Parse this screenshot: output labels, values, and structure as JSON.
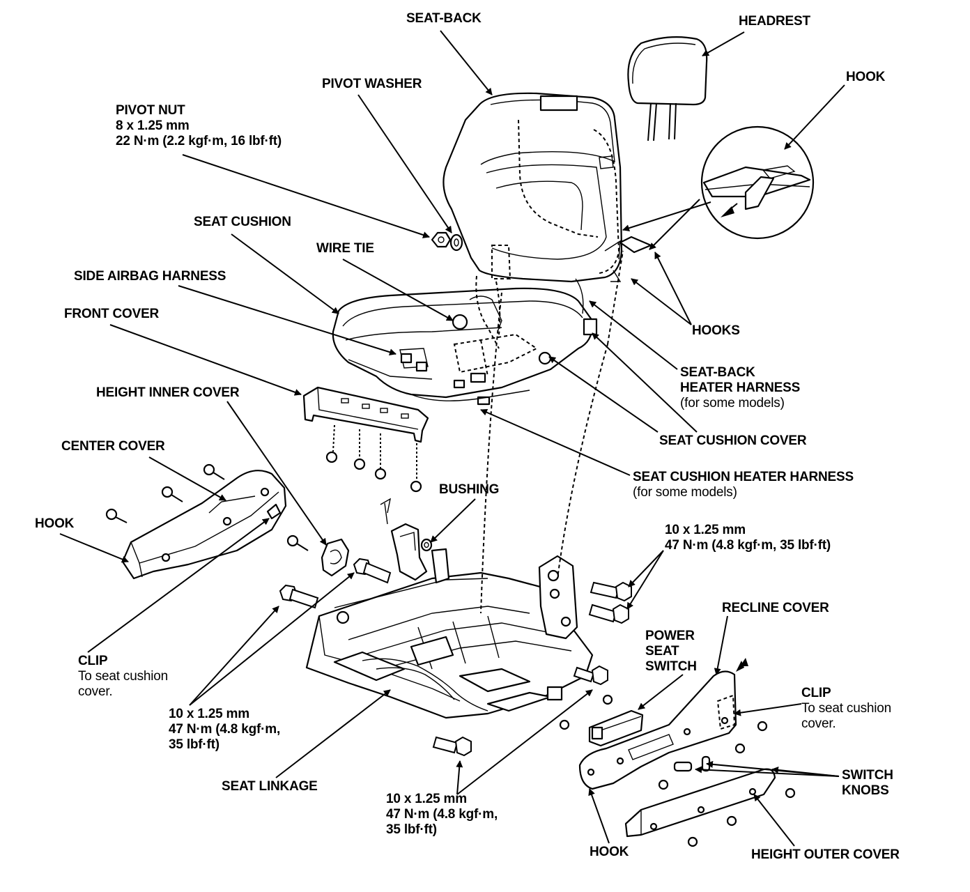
{
  "labels": {
    "seat_back": "SEAT-BACK",
    "headrest": "HEADREST",
    "hook_top": "HOOK",
    "pivot_washer": "PIVOT WASHER",
    "pivot_nut": [
      "PIVOT NUT",
      "8 x 1.25 mm",
      "22 N·m (2.2 kgf·m, 16 lbf·ft)"
    ],
    "seat_cushion": "SEAT CUSHION",
    "wire_tie": "WIRE TIE",
    "side_airbag_harness": "SIDE AIRBAG HARNESS",
    "front_cover": "FRONT COVER",
    "hooks": "HOOKS",
    "seat_back_heater_harness": [
      "SEAT-BACK",
      "HEATER HARNESS",
      "(for some models)"
    ],
    "height_inner_cover": "HEIGHT INNER COVER",
    "seat_cushion_cover": "SEAT CUSHION COVER",
    "center_cover": "CENTER COVER",
    "seat_cushion_heater_harness": [
      "SEAT CUSHION HEATER HARNESS",
      "(for some models)"
    ],
    "bushing": "BUSHING",
    "hook_left": "HOOK",
    "torque_right_top": [
      "10 x 1.25 mm",
      "47 N·m (4.8 kgf·m, 35 lbf·ft)"
    ],
    "recline_cover": "RECLINE COVER",
    "power_seat_switch": [
      "POWER",
      "SEAT",
      "SWITCH"
    ],
    "clip_left": [
      "CLIP",
      "To seat cushion",
      "cover."
    ],
    "clip_right": [
      "CLIP",
      "To seat cushion",
      "cover."
    ],
    "torque_left_bottom": [
      "10 x 1.25 mm",
      "47 N·m (4.8 kgf·m,",
      "35 lbf·ft)"
    ],
    "seat_linkage": "SEAT LINKAGE",
    "switch_knobs": [
      "SWITCH",
      "KNOBS"
    ],
    "torque_center_bottom": [
      "10 x 1.25 mm",
      "47 N·m (4.8 kgf·m,",
      "35 lbf·ft)"
    ],
    "hook_bottom": "HOOK",
    "height_outer_cover": "HEIGHT OUTER COVER"
  }
}
